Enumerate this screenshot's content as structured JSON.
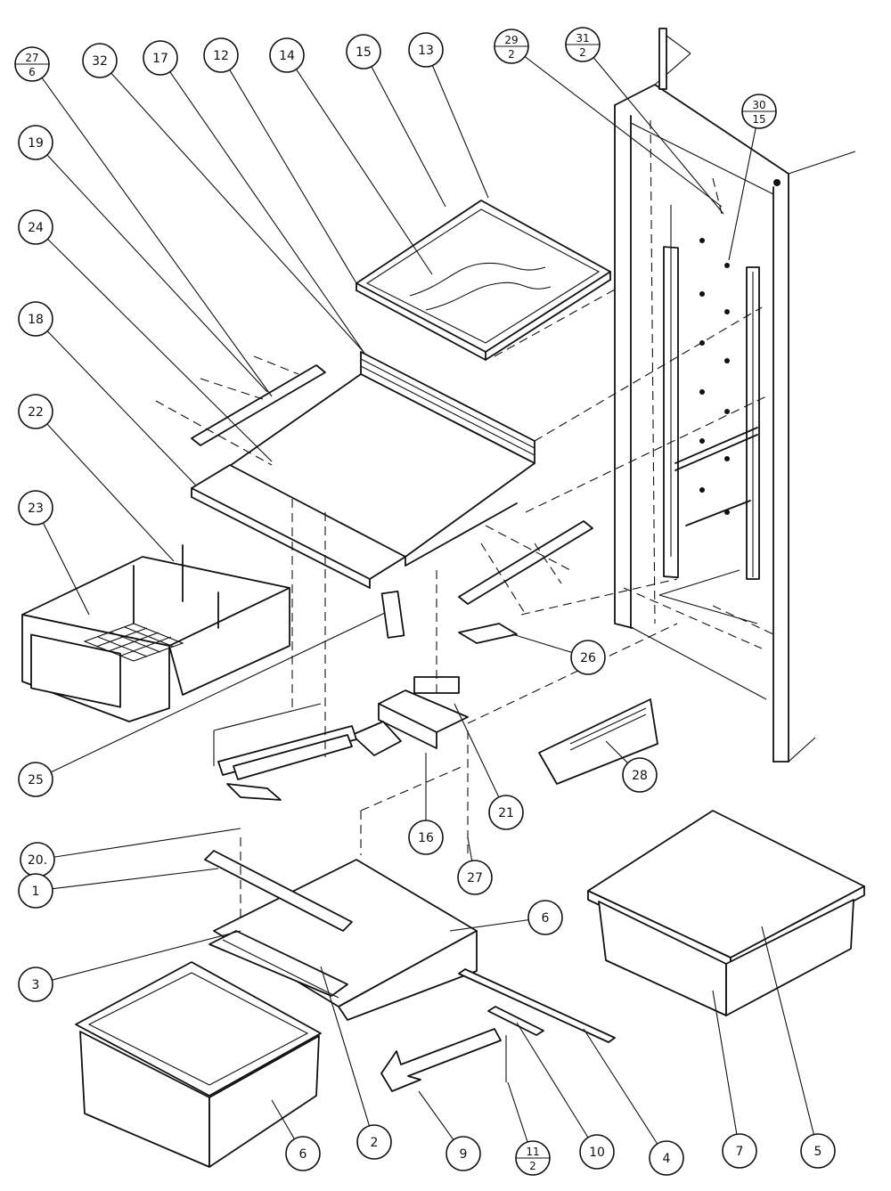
{
  "diagram": {
    "callouts": [
      {
        "id": "c-27-6",
        "label": "27",
        "sub": "6"
      },
      {
        "id": "c-32",
        "label": "32"
      },
      {
        "id": "c-17",
        "label": "17"
      },
      {
        "id": "c-12",
        "label": "12"
      },
      {
        "id": "c-14",
        "label": "14"
      },
      {
        "id": "c-15",
        "label": "15"
      },
      {
        "id": "c-13",
        "label": "13"
      },
      {
        "id": "c-29-2",
        "label": "29",
        "sub": "2"
      },
      {
        "id": "c-31-2",
        "label": "31",
        "sub": "2"
      },
      {
        "id": "c-30-15",
        "label": "30",
        "sub": "15"
      },
      {
        "id": "c-19",
        "label": "19"
      },
      {
        "id": "c-24",
        "label": "24"
      },
      {
        "id": "c-18",
        "label": "18"
      },
      {
        "id": "c-22",
        "label": "22"
      },
      {
        "id": "c-23",
        "label": "23"
      },
      {
        "id": "c-26a",
        "label": "26"
      },
      {
        "id": "c-25",
        "label": "25"
      },
      {
        "id": "c-28",
        "label": "28"
      },
      {
        "id": "c-21",
        "label": "21"
      },
      {
        "id": "c-16",
        "label": "16"
      },
      {
        "id": "c-20",
        "label": "20."
      },
      {
        "id": "c-27",
        "label": "27"
      },
      {
        "id": "c-1",
        "label": "1"
      },
      {
        "id": "c-3",
        "label": "3"
      },
      {
        "id": "c-6a",
        "label": "6"
      },
      {
        "id": "c-6b",
        "label": "6"
      },
      {
        "id": "c-2",
        "label": "2"
      },
      {
        "id": "c-9",
        "label": "9"
      },
      {
        "id": "c-11-2",
        "label": "11",
        "sub": "2"
      },
      {
        "id": "c-10",
        "label": "10"
      },
      {
        "id": "c-4",
        "label": "4"
      },
      {
        "id": "c-7",
        "label": "7"
      },
      {
        "id": "c-5",
        "label": "5"
      }
    ]
  }
}
